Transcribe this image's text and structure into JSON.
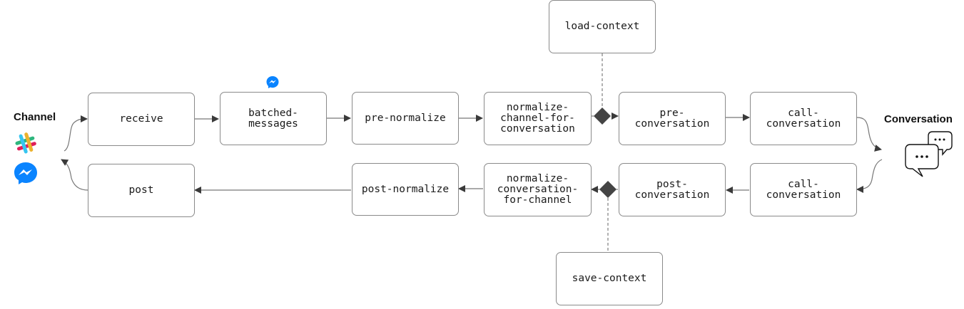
{
  "left_label": "Channel",
  "right_label": "Conversation",
  "nodes": {
    "receive": [
      "receive"
    ],
    "batched_messages": [
      "batched-",
      "messages"
    ],
    "pre_normalize": [
      "pre-normalize"
    ],
    "normalize_channel_for_conversation": [
      "normalize-",
      "channel-for-",
      "conversation"
    ],
    "pre_conversation": [
      "pre-",
      "conversation"
    ],
    "call_conversation_top": [
      "call-",
      "conversation"
    ],
    "load_context": [
      "load-context"
    ],
    "post": [
      "post"
    ],
    "post_normalize": [
      "post-normalize"
    ],
    "normalize_conversation_for_channel": [
      "normalize-",
      "conversation-",
      "for-channel"
    ],
    "post_conversation": [
      "post-",
      "conversation"
    ],
    "call_conversation_bottom": [
      "call-",
      "conversation"
    ],
    "save_context": [
      "save-context"
    ]
  },
  "icons": {
    "channel_icons": [
      "slack-icon",
      "messenger-icon"
    ],
    "batched_badge": "messenger-icon",
    "conversation_icon": "chat-bubbles-icon"
  },
  "colors": {
    "box_border": "#8a8a8a",
    "line": "#555555",
    "diamond": "#444444",
    "messenger": "#0a84ff"
  }
}
